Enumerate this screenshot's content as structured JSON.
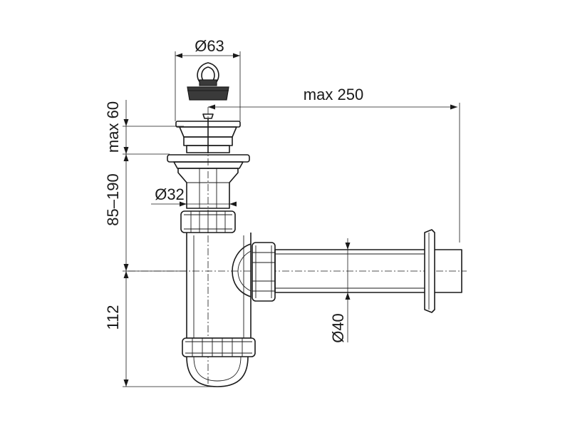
{
  "diagram": {
    "labels": {
      "d63": "Ø63",
      "max250": "max 250",
      "max60": "max 60",
      "range85_190": "85–190",
      "d32": "Ø32",
      "h112": "112",
      "d40": "Ø40"
    },
    "colors": {
      "stroke": "#1a1a1a",
      "plug": "#3a3a3a",
      "background": "#ffffff"
    }
  }
}
